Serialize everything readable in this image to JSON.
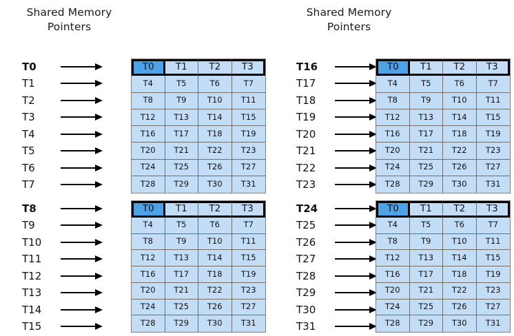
{
  "meta": {
    "colors": {
      "cell_fill": "#c3ddf7",
      "cell_highlight": "#4ea2e8",
      "cell_border": "#6e6e6e",
      "outline": "#000000",
      "background": "#ffffff",
      "text": "#111111"
    }
  },
  "panels": [
    {
      "id": "left",
      "title": "Shared Memory\nPointers",
      "blocks": [
        {
          "id": "block-t0",
          "pointers": [
            {
              "label": "T0",
              "bold": true
            },
            {
              "label": "T1",
              "bold": false
            },
            {
              "label": "T2",
              "bold": false
            },
            {
              "label": "T3",
              "bold": false
            },
            {
              "label": "T4",
              "bold": false
            },
            {
              "label": "T5",
              "bold": false
            },
            {
              "label": "T6",
              "bold": false
            },
            {
              "label": "T7",
              "bold": false
            }
          ],
          "grid": {
            "rows": 8,
            "cols": 4,
            "highlight_cell": "T0",
            "cells": [
              [
                "T0",
                "T1",
                "T2",
                "T3"
              ],
              [
                "T4",
                "T5",
                "T6",
                "T7"
              ],
              [
                "T8",
                "T9",
                "T10",
                "T11"
              ],
              [
                "T12",
                "T13",
                "T14",
                "T15"
              ],
              [
                "T16",
                "T17",
                "T18",
                "T19"
              ],
              [
                "T20",
                "T21",
                "T22",
                "T23"
              ],
              [
                "T24",
                "T25",
                "T26",
                "T27"
              ],
              [
                "T28",
                "T29",
                "T30",
                "T31"
              ]
            ]
          }
        },
        {
          "id": "block-t8",
          "pointers": [
            {
              "label": "T8",
              "bold": true
            },
            {
              "label": "T9",
              "bold": false
            },
            {
              "label": "T10",
              "bold": false
            },
            {
              "label": "T11",
              "bold": false
            },
            {
              "label": "T12",
              "bold": false
            },
            {
              "label": "T13",
              "bold": false
            },
            {
              "label": "T14",
              "bold": false
            },
            {
              "label": "T15",
              "bold": false
            }
          ],
          "grid": {
            "rows": 8,
            "cols": 4,
            "highlight_cell": "T0",
            "cells": [
              [
                "T0",
                "T1",
                "T2",
                "T3"
              ],
              [
                "T4",
                "T5",
                "T6",
                "T7"
              ],
              [
                "T8",
                "T9",
                "T10",
                "T11"
              ],
              [
                "T12",
                "T13",
                "T14",
                "T15"
              ],
              [
                "T16",
                "T17",
                "T18",
                "T19"
              ],
              [
                "T20",
                "T21",
                "T22",
                "T23"
              ],
              [
                "T24",
                "T25",
                "T26",
                "T27"
              ],
              [
                "T28",
                "T29",
                "T30",
                "T31"
              ]
            ]
          }
        }
      ]
    },
    {
      "id": "right",
      "title": "Shared Memory\nPointers",
      "blocks": [
        {
          "id": "block-t16",
          "pointers": [
            {
              "label": "T16",
              "bold": true
            },
            {
              "label": "T17",
              "bold": false
            },
            {
              "label": "T18",
              "bold": false
            },
            {
              "label": "T19",
              "bold": false
            },
            {
              "label": "T20",
              "bold": false
            },
            {
              "label": "T21",
              "bold": false
            },
            {
              "label": "T22",
              "bold": false
            },
            {
              "label": "T23",
              "bold": false
            }
          ],
          "grid": {
            "rows": 8,
            "cols": 4,
            "highlight_cell": "T0",
            "cells": [
              [
                "T0",
                "T1",
                "T2",
                "T3"
              ],
              [
                "T4",
                "T5",
                "T6",
                "T7"
              ],
              [
                "T8",
                "T9",
                "T10",
                "T11"
              ],
              [
                "T12",
                "T13",
                "T14",
                "T15"
              ],
              [
                "T16",
                "T17",
                "T18",
                "T19"
              ],
              [
                "T20",
                "T21",
                "T22",
                "T23"
              ],
              [
                "T24",
                "T25",
                "T26",
                "T27"
              ],
              [
                "T28",
                "T29",
                "T30",
                "T31"
              ]
            ]
          }
        },
        {
          "id": "block-t24",
          "pointers": [
            {
              "label": "T24",
              "bold": true
            },
            {
              "label": "T25",
              "bold": false
            },
            {
              "label": "T26",
              "bold": false
            },
            {
              "label": "T27",
              "bold": false
            },
            {
              "label": "T28",
              "bold": false
            },
            {
              "label": "T29",
              "bold": false
            },
            {
              "label": "T30",
              "bold": false
            },
            {
              "label": "T31",
              "bold": false
            }
          ],
          "grid": {
            "rows": 8,
            "cols": 4,
            "highlight_cell": "T0",
            "cells": [
              [
                "T0",
                "T1",
                "T2",
                "T3"
              ],
              [
                "T4",
                "T5",
                "T6",
                "T7"
              ],
              [
                "T8",
                "T9",
                "T10",
                "T11"
              ],
              [
                "T12",
                "T13",
                "T14",
                "T15"
              ],
              [
                "T16",
                "T17",
                "T18",
                "T19"
              ],
              [
                "T20",
                "T21",
                "T22",
                "T23"
              ],
              [
                "T24",
                "T25",
                "T26",
                "T27"
              ],
              [
                "T28",
                "T29",
                "T30",
                "T31"
              ]
            ]
          }
        }
      ]
    }
  ]
}
